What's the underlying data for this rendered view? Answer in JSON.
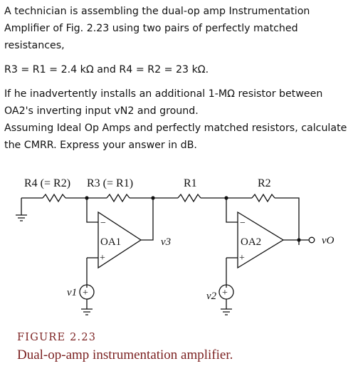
{
  "problem": {
    "intro": "A technician is assembling the dual-op amp Instrumentation Amplifier of Fig. 2.23 using two pairs of perfectly matched resistances,",
    "values": "R3 = R1 = 2.4 kΩ and R4 = R2 = 23 kΩ.",
    "fault": "If he inadvertently installs an additional 1-MΩ resistor between OA2's inverting input vN2 and ground.",
    "question": "Assuming Ideal Op Amps and perfectly matched resistors, calculate the CMRR. Express your answer in dB."
  },
  "figure": {
    "labels": {
      "r4": "R4 (= R2)",
      "r3": "R3 (= R1)",
      "r1": "R1",
      "r2": "R2",
      "oa1": "OA1",
      "oa2": "OA2",
      "v3": "v3",
      "vo": "vO",
      "v1": "v1",
      "v2": "v2",
      "minus": "−",
      "plus": "+"
    },
    "number": "FIGURE 2.23",
    "caption": "Dual-op-amp instrumentation amplifier."
  }
}
